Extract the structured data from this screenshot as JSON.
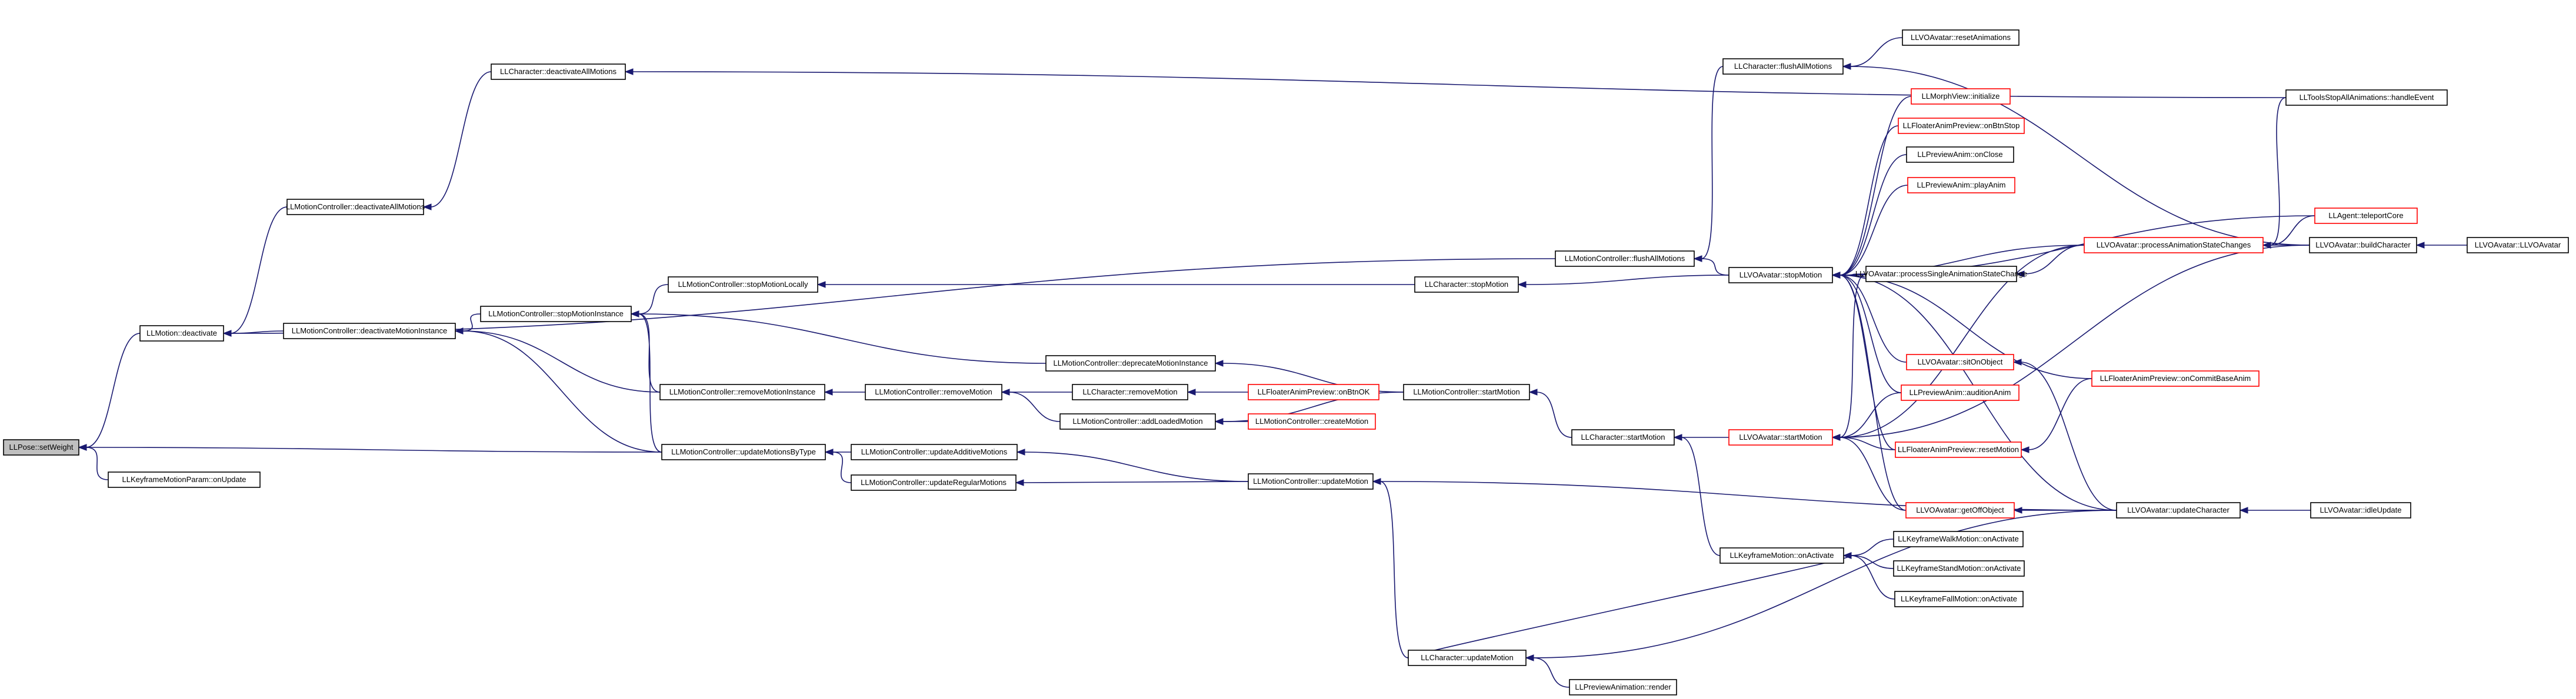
{
  "colors": {
    "edge": "#191970",
    "node_border": "#000000",
    "node_border_unseen": "#ff0000",
    "root_fill": "#bfbfbf",
    "background": "#ffffff"
  },
  "nodes": [
    {
      "id": "n0",
      "label": "LLPose::setWeight",
      "root": true
    },
    {
      "id": "n1",
      "label": "LLMotion::deactivate"
    },
    {
      "id": "n2",
      "label": "LLKeyframeMotionParam::onUpdate"
    },
    {
      "id": "n3",
      "label": "LLMotionController::updateMotionsByType"
    },
    {
      "id": "n4",
      "label": "LLMotionController::deactivateAllMotions"
    },
    {
      "id": "n5",
      "label": "LLCharacter::deactivateAllMotions"
    },
    {
      "id": "n6",
      "label": "LLMotionController::deactivateMotionInstance"
    },
    {
      "id": "n7",
      "label": "LLMotionController::stopMotionInstance"
    },
    {
      "id": "n8",
      "label": "LLMotionController::stopMotionLocally"
    },
    {
      "id": "n9",
      "label": "LLMotionController::removeMotionInstance"
    },
    {
      "id": "n10",
      "label": "LLMotionController::updateAdditiveMotions"
    },
    {
      "id": "n11",
      "label": "LLMotionController::updateRegularMotions"
    },
    {
      "id": "n12",
      "label": "LLMotionController::deprecateMotionInstance"
    },
    {
      "id": "n13",
      "label": "LLMotionController::removeMotion"
    },
    {
      "id": "n14",
      "label": "LLMotionController::addLoadedMotion"
    },
    {
      "id": "n15",
      "label": "LLCharacter::removeMotion"
    },
    {
      "id": "n16",
      "label": "LLFloaterAnimPreview::onBtnOK",
      "red": true
    },
    {
      "id": "n17",
      "label": "LLMotionController::createMotion",
      "red": true
    },
    {
      "id": "n18",
      "label": "LLMotionController::startMotion"
    },
    {
      "id": "n19",
      "label": "LLMotionController::updateMotion"
    },
    {
      "id": "n20",
      "label": "LLCharacter::stopMotion"
    },
    {
      "id": "n21",
      "label": "LLMotionController::flushAllMotions"
    },
    {
      "id": "n22",
      "label": "LLCharacter::startMotion"
    },
    {
      "id": "n23",
      "label": "LLCharacter::updateMotion"
    },
    {
      "id": "n24",
      "label": "LLPreviewAnimation::render"
    },
    {
      "id": "n25",
      "label": "LLCharacter::flushAllMotions"
    },
    {
      "id": "n26",
      "label": "LLVOAvatar::resetAnimations"
    },
    {
      "id": "n27",
      "label": "LLVOAvatar::stopMotion"
    },
    {
      "id": "n28",
      "label": "LLVOAvatar::startMotion",
      "red": true
    },
    {
      "id": "n29",
      "label": "LLKeyframeMotion::onActivate"
    },
    {
      "id": "n30",
      "label": "LLMorphView::initialize",
      "red": true
    },
    {
      "id": "n31",
      "label": "LLFloaterAnimPreview::onBtnStop",
      "red": true
    },
    {
      "id": "n32",
      "label": "LLPreviewAnim::onClose"
    },
    {
      "id": "n33",
      "label": "LLPreviewAnim::playAnim",
      "red": true
    },
    {
      "id": "n34",
      "label": "LLVOAvatar::processSingleAnimationStateChange"
    },
    {
      "id": "n35",
      "label": "LLVOAvatar::sitOnObject",
      "red": true
    },
    {
      "id": "n36",
      "label": "LLPreviewAnim::auditionAnim",
      "red": true
    },
    {
      "id": "n37",
      "label": "LLFloaterAnimPreview::resetMotion",
      "red": true
    },
    {
      "id": "n38",
      "label": "LLVOAvatar::getOffObject",
      "red": true
    },
    {
      "id": "n39",
      "label": "LLKeyframeWalkMotion::onActivate"
    },
    {
      "id": "n40",
      "label": "LLKeyframeStandMotion::onActivate"
    },
    {
      "id": "n41",
      "label": "LLKeyframeFallMotion::onActivate"
    },
    {
      "id": "n42",
      "label": "LLVOAvatar::processAnimationStateChanges",
      "red": true
    },
    {
      "id": "n43",
      "label": "LLFloaterAnimPreview::onCommitBaseAnim",
      "red": true
    },
    {
      "id": "n44",
      "label": "LLVOAvatar::updateCharacter"
    },
    {
      "id": "n45",
      "label": "LLToolsStopAllAnimations::handleEvent"
    },
    {
      "id": "n46",
      "label": "LLAgent::teleportCore",
      "red": true
    },
    {
      "id": "n47",
      "label": "LLVOAvatar::buildCharacter"
    },
    {
      "id": "n48",
      "label": "LLVOAvatar::idleUpdate"
    },
    {
      "id": "n49",
      "label": "LLVOAvatar::LLVOAvatar"
    }
  ],
  "edges": [
    [
      "n1",
      "n0"
    ],
    [
      "n2",
      "n0"
    ],
    [
      "n3",
      "n0"
    ],
    [
      "n4",
      "n1"
    ],
    [
      "n6",
      "n1"
    ],
    [
      "n21",
      "n1"
    ],
    [
      "n10",
      "n3"
    ],
    [
      "n11",
      "n3"
    ],
    [
      "n5",
      "n4"
    ],
    [
      "n7",
      "n6"
    ],
    [
      "n9",
      "n6"
    ],
    [
      "n3",
      "n6"
    ],
    [
      "n8",
      "n7"
    ],
    [
      "n12",
      "n7"
    ],
    [
      "n9",
      "n7"
    ],
    [
      "n3",
      "n7"
    ],
    [
      "n13",
      "n9"
    ],
    [
      "n19",
      "n10"
    ],
    [
      "n19",
      "n11"
    ],
    [
      "n18",
      "n12"
    ],
    [
      "n14",
      "n13"
    ],
    [
      "n15",
      "n13"
    ],
    [
      "n16",
      "n15"
    ],
    [
      "n17",
      "n14"
    ],
    [
      "n18",
      "n14"
    ],
    [
      "n20",
      "n8"
    ],
    [
      "n22",
      "n18"
    ],
    [
      "n23",
      "n19"
    ],
    [
      "n44",
      "n19"
    ],
    [
      "n27",
      "n20"
    ],
    [
      "n25",
      "n21"
    ],
    [
      "n27",
      "n21"
    ],
    [
      "n28",
      "n22"
    ],
    [
      "n29",
      "n22"
    ],
    [
      "n23",
      "n29"
    ],
    [
      "n24",
      "n23"
    ],
    [
      "n44",
      "n23"
    ],
    [
      "n45",
      "n5"
    ],
    [
      "n26",
      "n25"
    ],
    [
      "n47",
      "n25"
    ],
    [
      "n30",
      "n27"
    ],
    [
      "n31",
      "n27"
    ],
    [
      "n32",
      "n27"
    ],
    [
      "n33",
      "n27"
    ],
    [
      "n34",
      "n27"
    ],
    [
      "n35",
      "n27"
    ],
    [
      "n36",
      "n27"
    ],
    [
      "n37",
      "n27"
    ],
    [
      "n38",
      "n27"
    ],
    [
      "n42",
      "n27"
    ],
    [
      "n43",
      "n27"
    ],
    [
      "n44",
      "n27"
    ],
    [
      "n46",
      "n27"
    ],
    [
      "n34",
      "n28"
    ],
    [
      "n36",
      "n28"
    ],
    [
      "n37",
      "n28"
    ],
    [
      "n38",
      "n28"
    ],
    [
      "n42",
      "n28"
    ],
    [
      "n47",
      "n28"
    ],
    [
      "n39",
      "n29"
    ],
    [
      "n40",
      "n29"
    ],
    [
      "n41",
      "n29"
    ],
    [
      "n42",
      "n34"
    ],
    [
      "n43",
      "n37"
    ],
    [
      "n44",
      "n35"
    ],
    [
      "n44",
      "n38"
    ],
    [
      "n45",
      "n42"
    ],
    [
      "n46",
      "n42"
    ],
    [
      "n47",
      "n42"
    ],
    [
      "n49",
      "n47"
    ],
    [
      "n48",
      "n44"
    ]
  ]
}
